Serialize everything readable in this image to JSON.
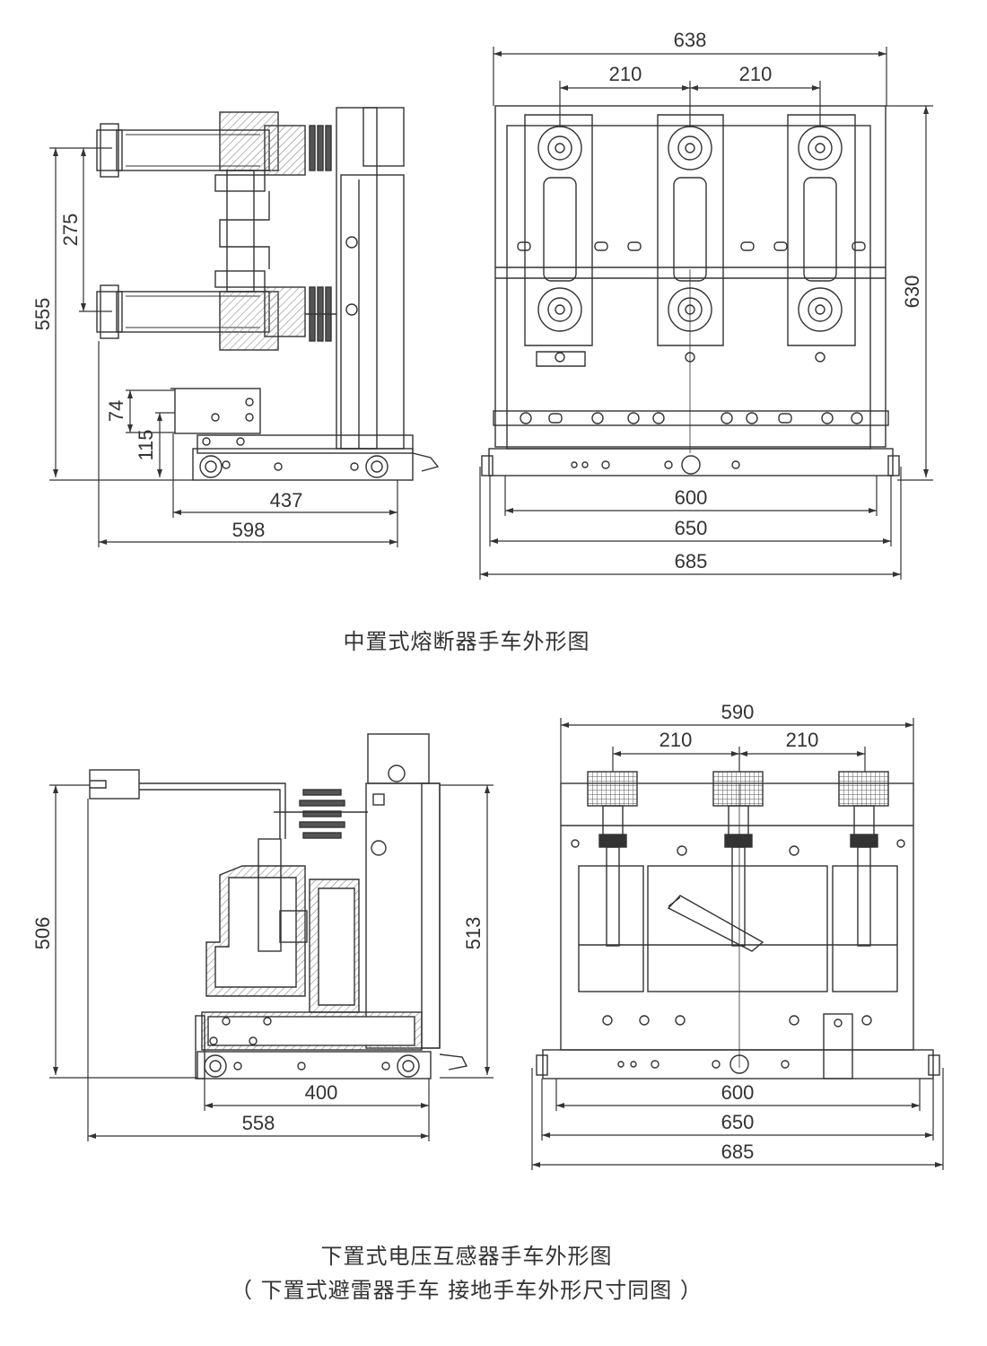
{
  "top": {
    "caption": "中置式熔断器手车外形图",
    "side_view": {
      "dims": {
        "height_555": "555",
        "height_275": "275",
        "height_74": "74",
        "height_115": "115",
        "width_437": "437",
        "width_598": "598"
      }
    },
    "front_view": {
      "dims": {
        "width_638": "638",
        "pitch_left": "210",
        "pitch_right": "210",
        "height_630": "630",
        "width_600": "600",
        "width_650": "650",
        "width_685": "685"
      }
    }
  },
  "bottom": {
    "caption_line1": "下置式电压互感器手车外形图",
    "caption_line2": "（ 下置式避雷器手车  接地手车外形尺寸同图 ）",
    "side_view": {
      "dims": {
        "height_506": "506",
        "height_513": "513",
        "width_400": "400",
        "width_558": "558"
      }
    },
    "front_view": {
      "dims": {
        "width_590": "590",
        "pitch_left": "210",
        "pitch_right": "210",
        "width_600": "600",
        "width_650": "650",
        "width_685": "685"
      }
    }
  },
  "colors": {
    "line": "#333333",
    "insulator": "#555555",
    "hatch": "#9a9a9a"
  }
}
